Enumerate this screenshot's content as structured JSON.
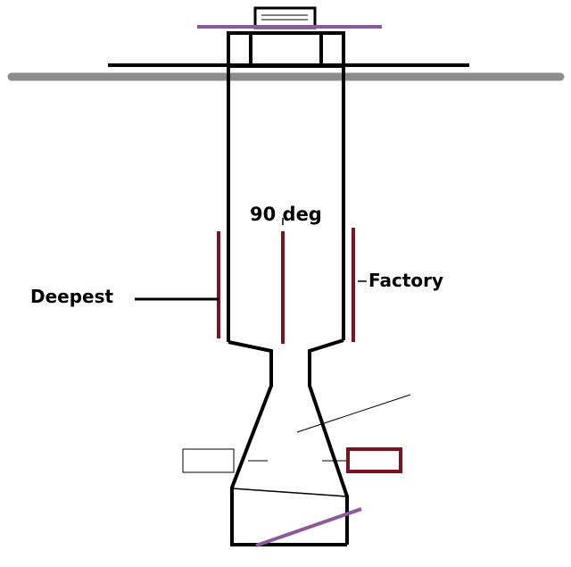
{
  "labels": {
    "top": "90 deg",
    "left": "Deepest",
    "right": "Factory"
  },
  "colors": {
    "outline": "#000000",
    "ground": "#8c8c8c",
    "purple": "#8c5a9a",
    "maroon": "#7a1420"
  }
}
